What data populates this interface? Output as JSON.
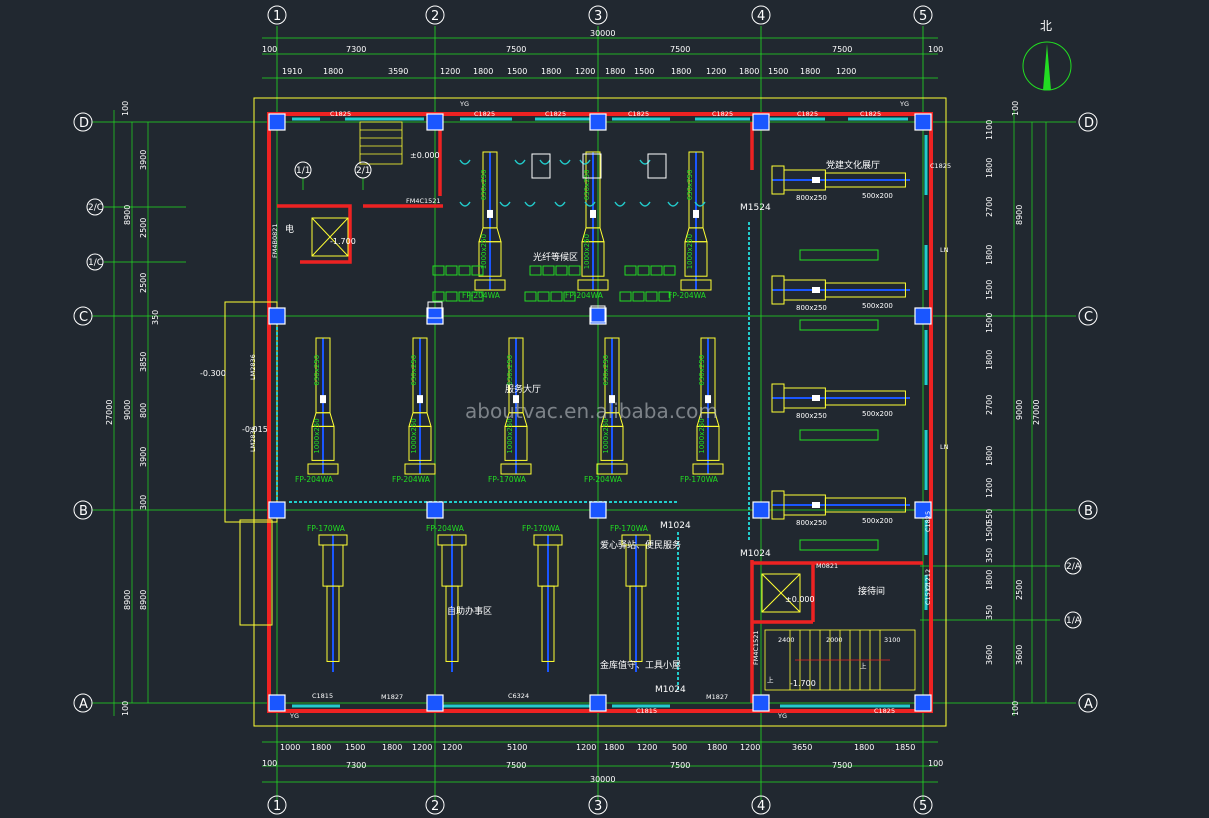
{
  "grid_x": [
    "1",
    "2",
    "3",
    "4",
    "5"
  ],
  "grid_y": [
    "D",
    "C",
    "B",
    "A"
  ],
  "grid_y_sub": [
    "2/C",
    "1/C",
    "2/A",
    "1/A"
  ],
  "grid_top_sub": [
    "1/1",
    "2/1"
  ],
  "north_label": "北",
  "dims_top_main": [
    "7300",
    "7500",
    "7500",
    "7500"
  ],
  "dims_top_edge": [
    "100",
    "100"
  ],
  "dims_top_total": "30000",
  "dims_top_detail": [
    "1910",
    "1800",
    "3590",
    "1200",
    "1800",
    "1500",
    "1800",
    "1200",
    "1800",
    "1500",
    "1800",
    "1200",
    "1800",
    "1500",
    "1800",
    "1200"
  ],
  "dims_bottom_detail": [
    "1000",
    "1800",
    "1500",
    "1800",
    "1200",
    "1200",
    "5100",
    "1200",
    "1800",
    "1200",
    "500",
    "1800",
    "1200",
    "3650",
    "1800",
    "1850"
  ],
  "dims_bottom_main": [
    "7300",
    "7500",
    "7500",
    "7500"
  ],
  "dims_bottom_edge": [
    "100",
    "100"
  ],
  "dims_bottom_total": "30000",
  "dims_left_outer": "27000",
  "dims_left_mid": [
    "8900",
    "9000",
    "8900"
  ],
  "dims_left_inner": [
    "3900",
    "2500",
    "2500",
    "3850",
    "800",
    "3900",
    "300",
    "8900"
  ],
  "dims_left_edge": [
    "100",
    "100"
  ],
  "dims_left_misc": [
    "350"
  ],
  "dims_right_outer": "27000",
  "dims_right_mid": [
    "8900",
    "9000",
    "2500",
    "3600"
  ],
  "dims_right_inner": [
    "1100",
    "1800",
    "2700",
    "1800",
    "1500",
    "1500",
    "1800",
    "2700",
    "1800",
    "1200",
    "550",
    "1500",
    "350",
    "1800",
    "350",
    "3600"
  ],
  "dims_right_edge": [
    "100",
    "100"
  ],
  "rooms": {
    "waiting": "光纤等候区",
    "hall": "服务大厅",
    "culture": "党建文化展厅",
    "self_service": "自助办事区",
    "reception": "爱心驿站、便民服务",
    "toolroom": "金库值守、工具小屋",
    "meeting": "接待间",
    "elevator_room": "电"
  },
  "level_marks": [
    "±0.000",
    "-0.300",
    "-0.015",
    "-1.700",
    "±0.000",
    "-1.700",
    "上"
  ],
  "fp_labels": [
    "FP-204WA",
    "FP-204WA",
    "FP-204WA",
    "FP-204WA",
    "FP-204WA",
    "FP-170WA",
    "FP-204WA",
    "FP-170WA",
    "FP-170WA",
    "FP-204WA",
    "FP-170WA",
    "FP-170WA"
  ],
  "duct_sizes": {
    "a": "800x250",
    "b": "500x200",
    "c": "630x250",
    "d": "1000x250",
    "e": "500x200"
  },
  "doors": [
    "M1524",
    "M1024",
    "M1024",
    "M1024",
    "FM4C1521",
    "FM4B0821",
    "FM4C1521",
    "M1827",
    "M1827",
    "LM2836",
    "LM2836",
    "M0821"
  ],
  "windows": [
    "C1825",
    "C1825",
    "C1825",
    "C1825",
    "C1825",
    "C1825",
    "C1815",
    "C6324",
    "C1815",
    "C1825",
    "C1825",
    "C1825",
    "C1825",
    "C1212",
    "C1512"
  ],
  "yg_labels": [
    "YG",
    "YG",
    "YG",
    "YG"
  ],
  "ln_labels": [
    "LN",
    "LN"
  ],
  "watermark": "aboutvac.en.alibaba.com",
  "stair_labels": [
    "2400",
    "2000",
    "3100",
    "上",
    "上"
  ],
  "colors": {
    "background": "#212830",
    "grid_line": "#22dd22",
    "wall": "#ee2222",
    "column": "#ffffff",
    "window": "#22cccc",
    "equipment": "#ffff33",
    "dim_line": "#22dd22",
    "column_fill": "#1a56ff"
  }
}
